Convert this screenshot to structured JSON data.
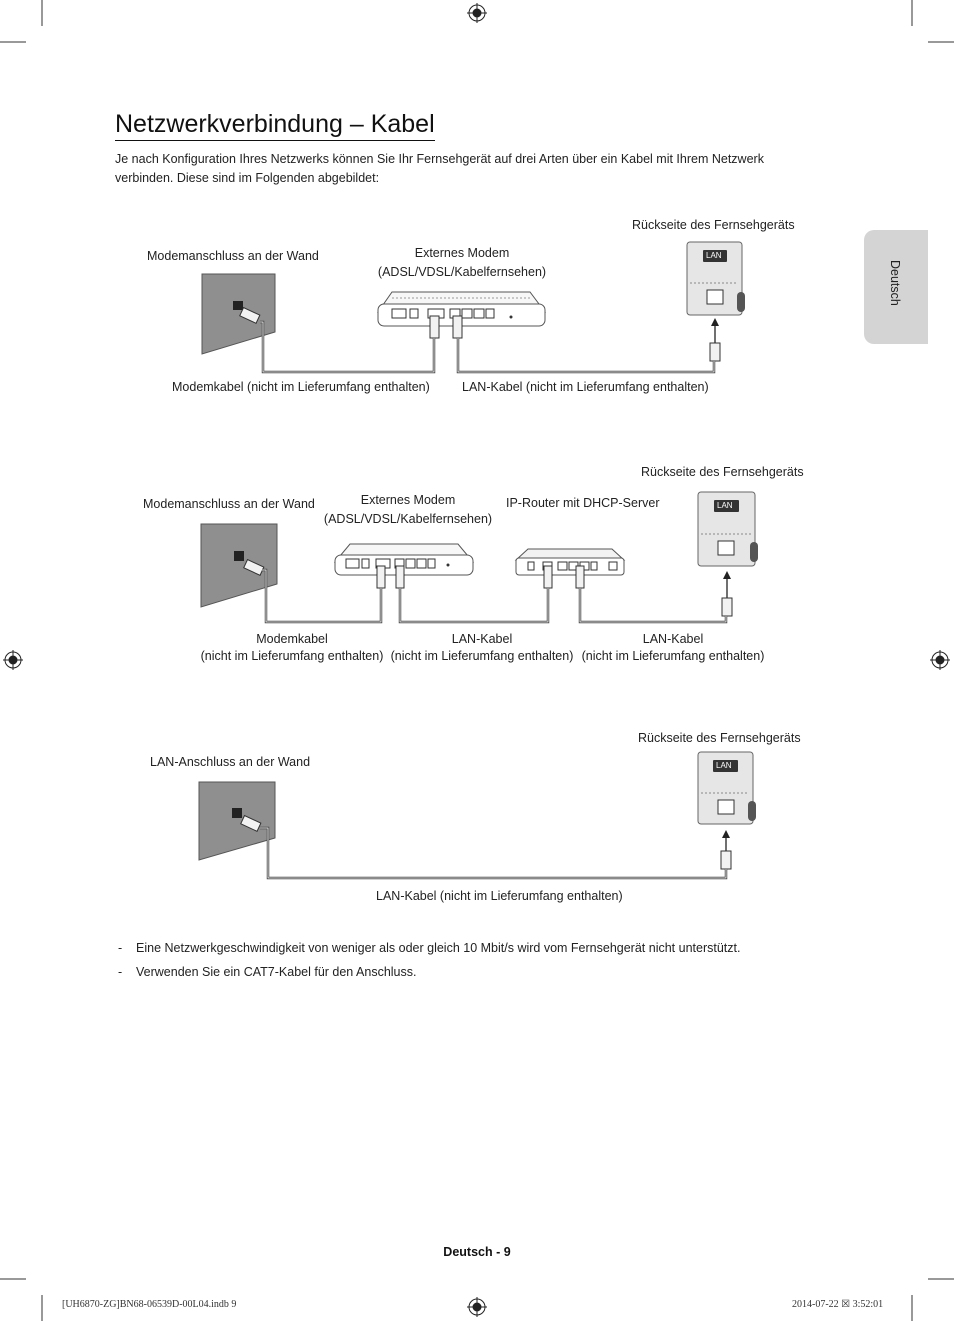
{
  "page": {
    "title": "Netzwerkverbindung – Kabel",
    "intro": "Je nach Konfiguration Ihres Netzwerks können Sie Ihr Fernsehgerät auf drei Arten über ein Kabel mit Ihrem Netzwerk verbinden. Diese sind im Folgenden abgebildet:",
    "side_tab": "Deutsch",
    "footer": "Deutsch - 9",
    "print_left": "[UH6870-ZG]BN68-06539D-00L04.indb   9",
    "print_right": "2014-07-22   ☒ 3:52:01"
  },
  "diagram1": {
    "wall_label": "Modemanschluss an der Wand",
    "modem_label_1": "Externes Modem",
    "modem_label_2": "(ADSL/VDSL/Kabelfernsehen)",
    "tv_label": "Rückseite des Fernsehgeräts",
    "lan_badge": "LAN",
    "cable1_label": "Modemkabel (nicht im Lieferumfang enthalten)",
    "cable2_label": "LAN-Kabel (nicht im Lieferumfang enthalten)"
  },
  "diagram2": {
    "wall_label": "Modemanschluss an der Wand",
    "modem_label_1": "Externes Modem",
    "modem_label_2": "(ADSL/VDSL/Kabelfernsehen)",
    "router_label": "IP-Router mit DHCP-Server",
    "tv_label": "Rückseite des Fernsehgeräts",
    "lan_badge": "LAN",
    "cable1_label_1": "Modemkabel",
    "cable1_label_2": "(nicht im Lieferumfang enthalten)",
    "cable2_label_1": "LAN-Kabel",
    "cable2_label_2": "(nicht im Lieferumfang enthalten)",
    "cable3_label_1": "LAN-Kabel",
    "cable3_label_2": "(nicht im Lieferumfang enthalten)"
  },
  "diagram3": {
    "wall_label": "LAN-Anschluss an der Wand",
    "tv_label": "Rückseite des Fernsehgeräts",
    "lan_badge": "LAN",
    "cable_label": "LAN-Kabel (nicht im Lieferumfang enthalten)"
  },
  "notes": [
    "Eine Netzwerkgeschwindigkeit von weniger als oder gleich 10 Mbit/s wird vom Fernsehgerät nicht unterstützt.",
    "Verwenden Sie ein CAT7-Kabel für den Anschluss."
  ],
  "note_dash": "-"
}
